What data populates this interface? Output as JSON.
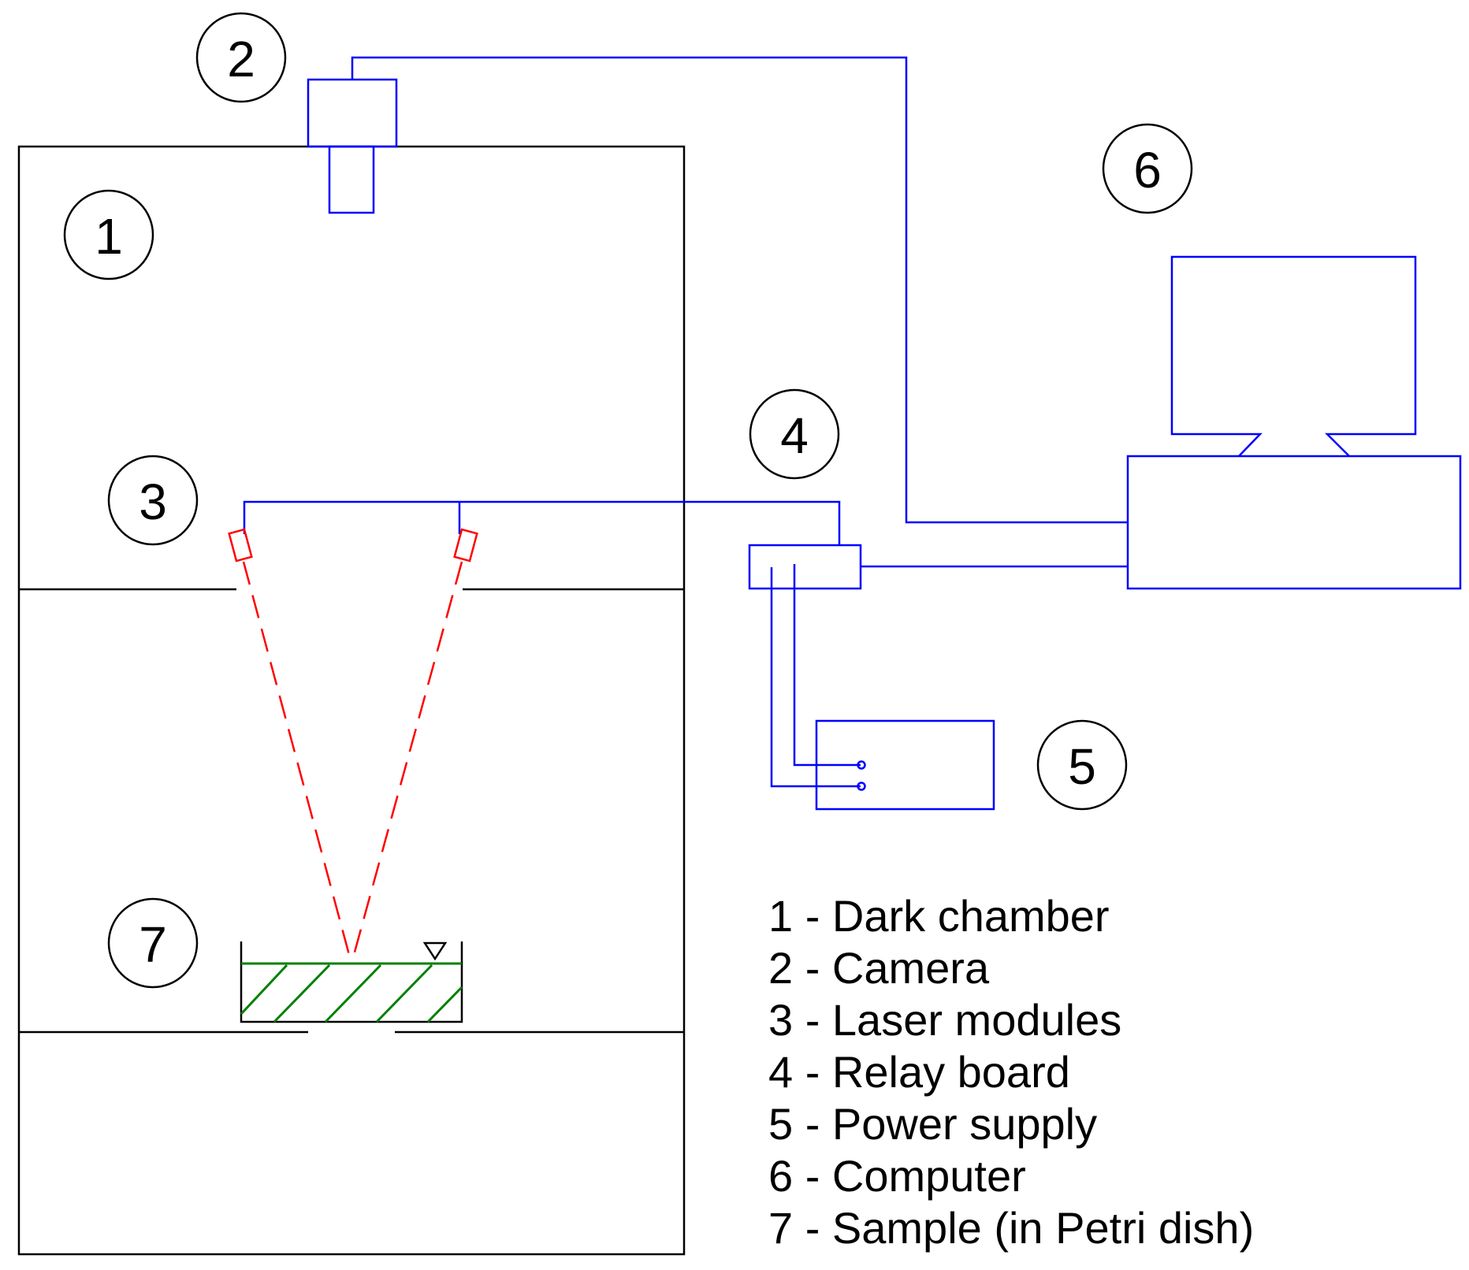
{
  "callouts": {
    "dark_chamber": "1",
    "camera": "2",
    "laser_modules": "3",
    "relay_board": "4",
    "power_supply": "5",
    "computer": "6",
    "sample": "7"
  },
  "legend": [
    "1 - Dark chamber",
    "2 - Camera",
    "3 - Laser modules",
    "4 - Relay board",
    "5 - Power supply",
    "6 - Computer",
    "7 - Sample (in Petri dish)"
  ],
  "colors": {
    "wiring": "#0000ff",
    "laser": "#ff0000",
    "sample": "#008000",
    "structure": "#000000"
  }
}
